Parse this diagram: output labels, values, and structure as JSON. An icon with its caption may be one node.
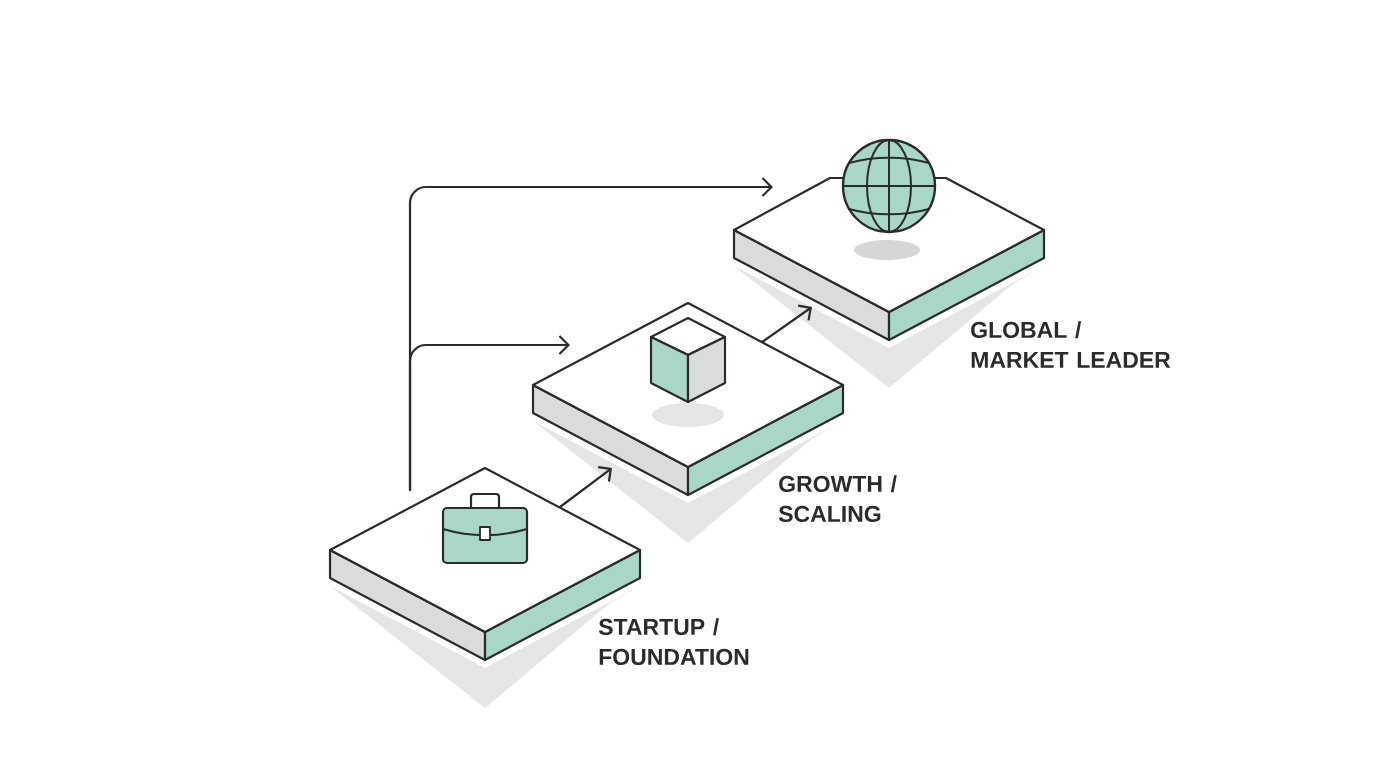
{
  "diagram": {
    "nodes": [
      {
        "text": [
          "STARTUP / FOUNDATION"
        ]
      },
      {
        "text": [
          "GROWTH / SCALING"
        ]
      },
      {
        "text": [
          "GLOBAL / MARKET LEADER"
        ]
      }
    ],
    "edges": [
      {
        "from": 0,
        "to": 1,
        "arrow": "to"
      },
      {
        "from": 1,
        "to": 2,
        "arrow": "to"
      },
      {
        "from": 0,
        "to": 1,
        "arrow": "to"
      },
      {
        "from": 0,
        "to": 2,
        "arrow": "to"
      }
    ]
  }
}
